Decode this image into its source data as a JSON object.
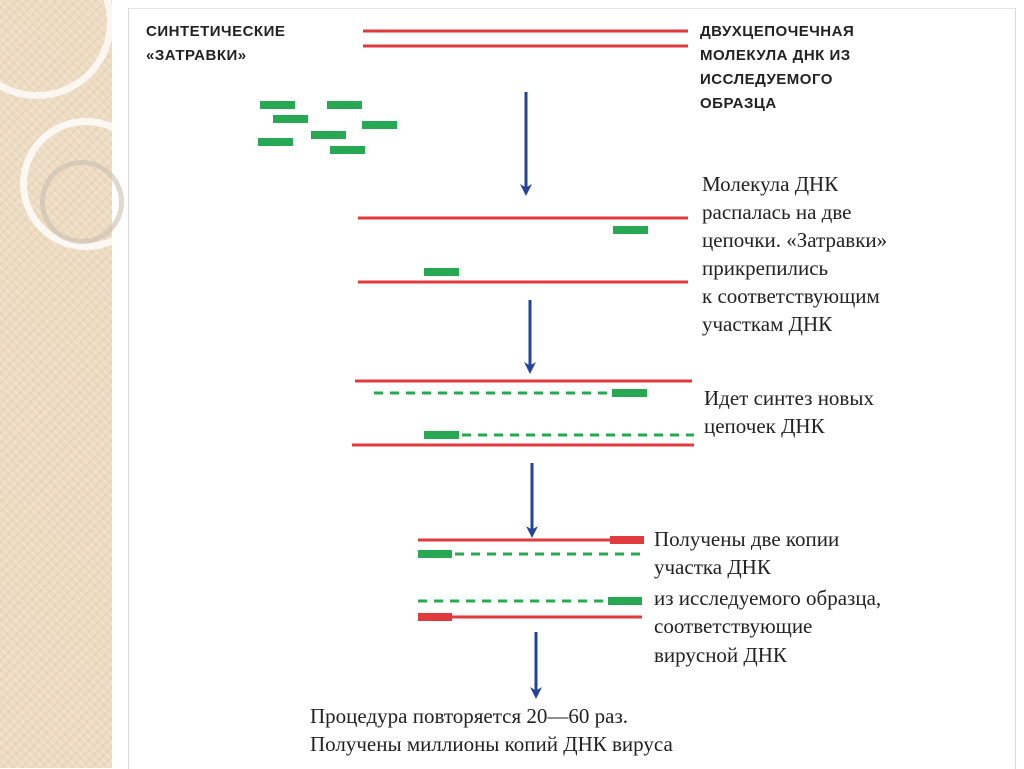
{
  "colors": {
    "strand": "#e0393e",
    "primer": "#27a853",
    "arrow": "#23439c",
    "text": "#222222"
  },
  "labels": {
    "primers": [
      "СИНТЕТИЧЕСКИЕ",
      "«ЗАТРАВКИ»"
    ],
    "sample": [
      "ДВУХЦЕПОЧЕЧНАЯ",
      "МОЛЕКУЛА ДНК ИЗ",
      "ИССЛЕДУЕМОГО",
      "ОБРАЗЦА"
    ],
    "step1": [
      "Молекула ДНК",
      "распалась на две",
      "цепочки. «Затравки»",
      "прикрепились",
      "к соответствующим",
      "участкам ДНК"
    ],
    "step2": [
      "Идет синтез новых",
      "цепочек ДНК"
    ],
    "step3": [
      "Получены две копии",
      "участка ДНК",
      "из исследуемого образца,",
      "соответствующие",
      "вирусной ДНК"
    ],
    "final": [
      "Процедура повторяется 20—60 раз.",
      "Получены миллионы копий ДНК вируса"
    ]
  }
}
